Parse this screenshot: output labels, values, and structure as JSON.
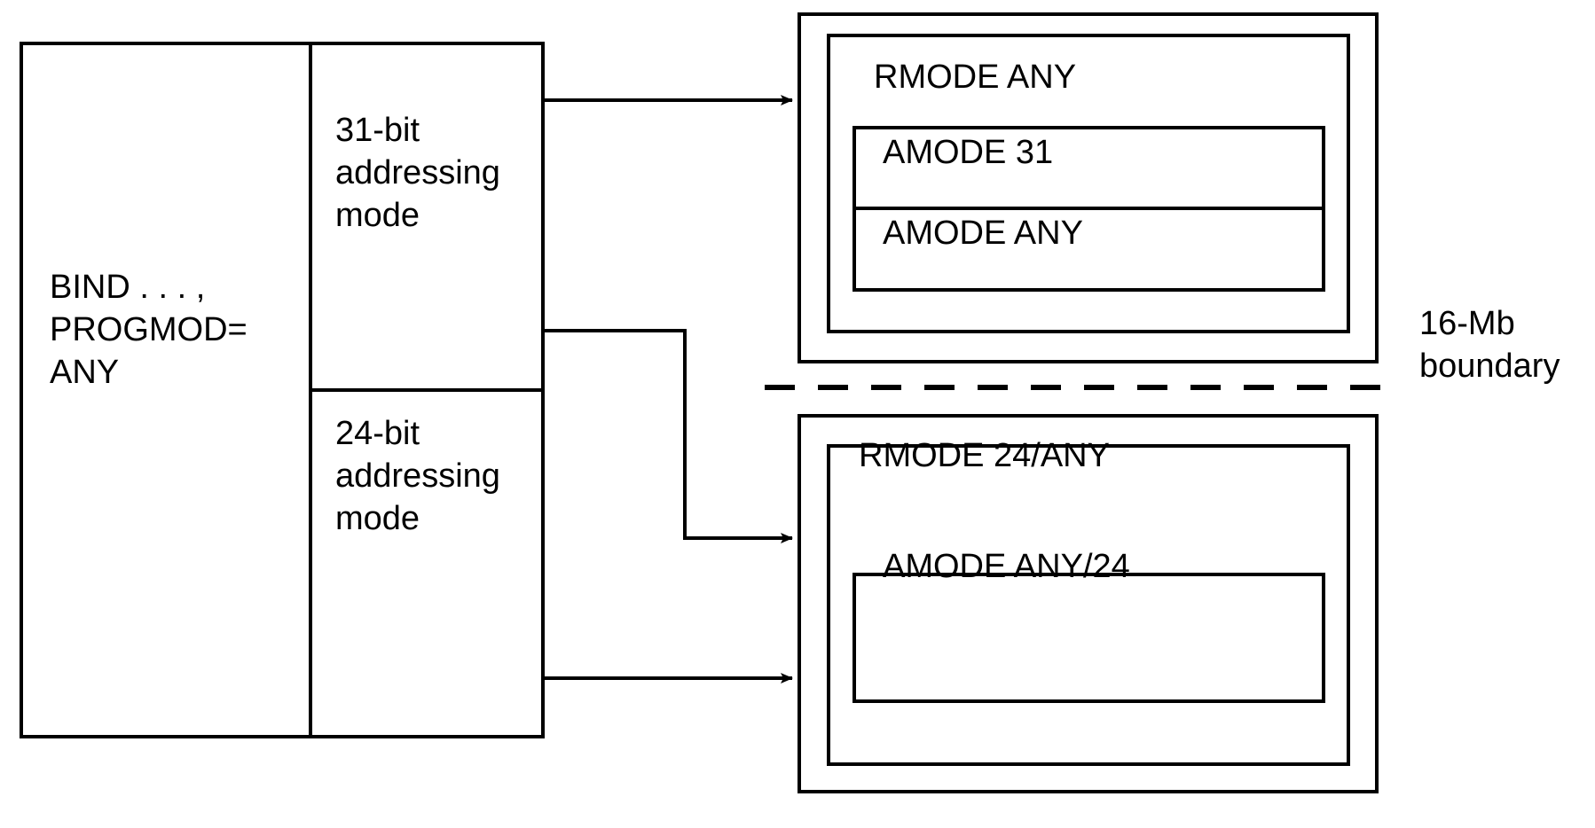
{
  "diagram": {
    "title": "PROGMOD=ANY binding to RMODE and AMODE",
    "colors": {
      "stroke": "#000000",
      "background": "#ffffff",
      "text": "#000000"
    },
    "source_box": {
      "bind_statement": "BIND . . . ,\nPROGMOD=\n  ANY",
      "modes": [
        {
          "label": "31-bit\naddressing\nmode"
        },
        {
          "label": "24-bit\naddressing\nmode"
        }
      ]
    },
    "targets": [
      {
        "rmode": "RMODE ANY",
        "amodes": [
          "AMODE 31",
          "AMODE ANY"
        ]
      },
      {
        "rmode": "RMODE 24/ANY",
        "amodes": [
          "AMODE ANY/24"
        ]
      }
    ],
    "boundary": {
      "label": "16-Mb\nboundary",
      "style": "dashed"
    },
    "connectors": [
      {
        "from": "31-bit addressing mode",
        "to": "RMODE ANY",
        "shape": "straight"
      },
      {
        "from": "31-bit addressing mode",
        "to": "RMODE 24/ANY",
        "shape": "elbow"
      },
      {
        "from": "24-bit addressing mode",
        "to": "RMODE 24/ANY",
        "shape": "straight"
      }
    ]
  }
}
